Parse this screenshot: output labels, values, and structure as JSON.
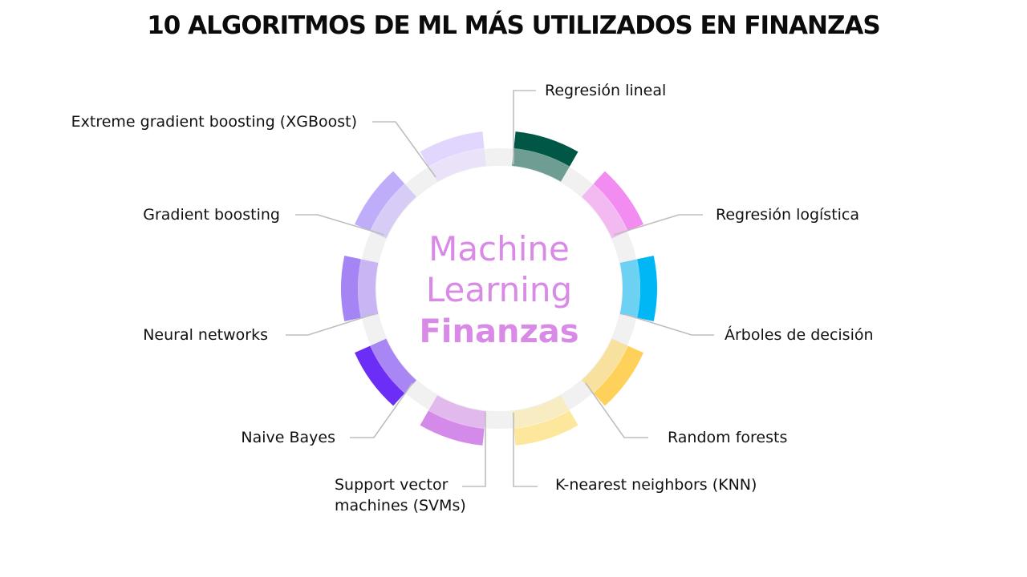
{
  "title": "10 ALGORITMOS DE ML MÁS UTILIZADOS EN FINANZAS",
  "center": {
    "line1": "Machine",
    "line2": "Learning",
    "line3": "Finanzas",
    "color": "#d98ae6"
  },
  "segments": [
    {
      "id": "regresion-lineal",
      "label_lines": [
        "Regresión lineal"
      ],
      "color": "#005746"
    },
    {
      "id": "regresion-logistica",
      "label_lines": [
        "Regresión logística"
      ],
      "color": "#f28cf0"
    },
    {
      "id": "arboles-de-decision",
      "label_lines": [
        "Árboles de decisión"
      ],
      "color": "#00b7f5"
    },
    {
      "id": "random-forests",
      "label_lines": [
        "Random forests"
      ],
      "color": "#fdd15a"
    },
    {
      "id": "k-nearest-neighbors",
      "label_lines": [
        "K-nearest neighbors (KNN)"
      ],
      "color": "#fde79d"
    },
    {
      "id": "support-vector-machines",
      "label_lines": [
        "Support vector",
        "machines (SVMs)"
      ],
      "color": "#d48ae8"
    },
    {
      "id": "naive-bayes",
      "label_lines": [
        "Naive Bayes"
      ],
      "color": "#6c2ef6"
    },
    {
      "id": "neural-networks",
      "label_lines": [
        "Neural networks"
      ],
      "color": "#a584f4"
    },
    {
      "id": "gradient-boosting",
      "label_lines": [
        "Gradient boosting"
      ],
      "color": "#c0adfa"
    },
    {
      "id": "xgboost",
      "label_lines": [
        "Extreme gradient boosting (XGBoost)"
      ],
      "color": "#e1d6fd"
    }
  ]
}
